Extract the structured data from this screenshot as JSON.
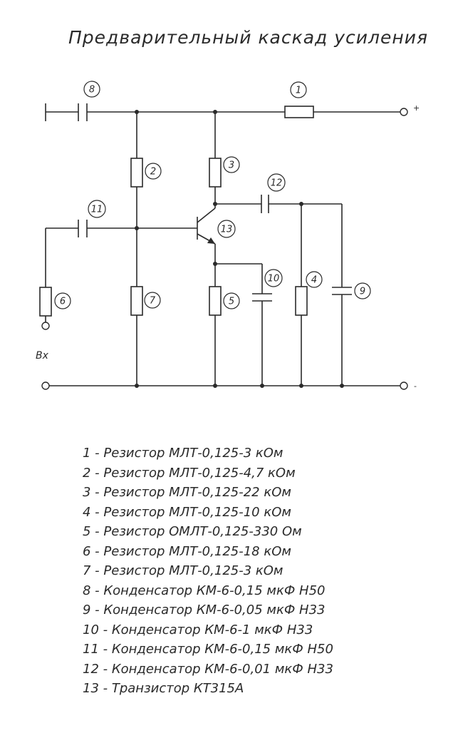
{
  "title": "Предварительный каскад усиления",
  "components": {
    "r1": "1",
    "r2": "2",
    "r3": "3",
    "r4": "4",
    "r5": "5",
    "r6": "6",
    "r7": "7",
    "c8": "8",
    "c9": "9",
    "c10": "10",
    "c11": "11",
    "c12": "12",
    "t13": "13"
  },
  "terminals": {
    "plus": "+",
    "minus": "-",
    "input": "Вх"
  },
  "legend": [
    "1 - Резистор МЛТ-0,125-3 кОм",
    "2 - Резистор МЛТ-0,125-4,7 кОм",
    "3 - Резистор МЛТ-0,125-22 кОм",
    "4 - Резистор МЛТ-0,125-10 кОм",
    "5 - Резистор ОМЛТ-0,125-330 Ом",
    "6 - Резистор МЛТ-0,125-18 кОм",
    "7 - Резистор МЛТ-0,125-3 кОм",
    "8 - Конденсатор КМ-6-0,15 мкФ Н50",
    "9 - Конденсатор КМ-6-0,05 мкФ Н33",
    "10 - Конденсатор КМ-6-1 мкФ Н33",
    "11 - Конденсатор КМ-6-0,15 мкФ Н50",
    "12 - Конденсатор КМ-6-0,01 мкФ Н33",
    "13 - Транзистор КТ315А"
  ]
}
